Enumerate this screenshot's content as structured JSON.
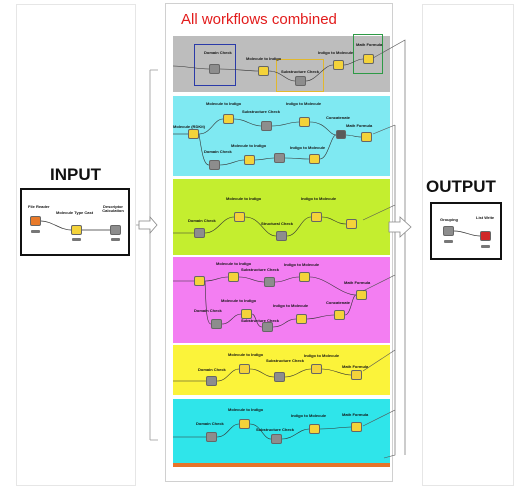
{
  "title": "All workflows combined",
  "input": {
    "label": "INPUT",
    "nodes": [
      "File Reader",
      "Molecule Type Cast",
      "Descriptor Calculation"
    ]
  },
  "output": {
    "label": "OUTPUT",
    "nodes": [
      "Grouping",
      "List Write"
    ]
  },
  "bands": [
    {
      "color": "#bdbdbd",
      "name": "band-gray",
      "labels": [
        "Domain Check",
        "Molecule to Indigo",
        "Substructure Check",
        "Indigo to Molecule",
        "Math Formula"
      ]
    },
    {
      "color": "#7fe9f2",
      "name": "band-cyan-1",
      "labels": [
        "Molecule to Indigo",
        "Indigo to Molecule",
        "Substructure Check",
        "Molecule (RDKit)",
        "Concatenate",
        "Math Formula",
        "Domain Check",
        "Molecule to Indigo",
        "Indigo to Molecule"
      ]
    },
    {
      "color": "#c4ee2f",
      "name": "band-lime",
      "labels": [
        "Molecule to Indigo",
        "Indigo to Molecule",
        "Domain Check",
        "Structural Check"
      ]
    },
    {
      "color": "#f37ef2",
      "name": "band-magenta",
      "labels": [
        "Molecule to Indigo",
        "Substructure Check",
        "Indigo to Molecule",
        "Math Formula",
        "Molecule to Indigo",
        "Indigo to Molecule",
        "Domain Check",
        "Substructure Check",
        "Concatenate"
      ]
    },
    {
      "color": "#fbf33a",
      "name": "band-yellow",
      "labels": [
        "Molecule to Indigo",
        "Substructure Check",
        "Indigo to Molecule",
        "Domain Check",
        "Math Formula"
      ]
    },
    {
      "color": "#2fe5ea",
      "name": "band-cyan-2",
      "labels": [
        "Molecule to Indigo",
        "Indigo to Molecule",
        "Domain Check",
        "Substructure Check",
        "Math Formula"
      ]
    }
  ],
  "colors": {
    "title": "#e21b1b",
    "highlight_blue": "#2a3aa8",
    "highlight_gold": "#e1b82e",
    "highlight_green": "#2e9a46",
    "bottom_bar": "#e6742a"
  }
}
